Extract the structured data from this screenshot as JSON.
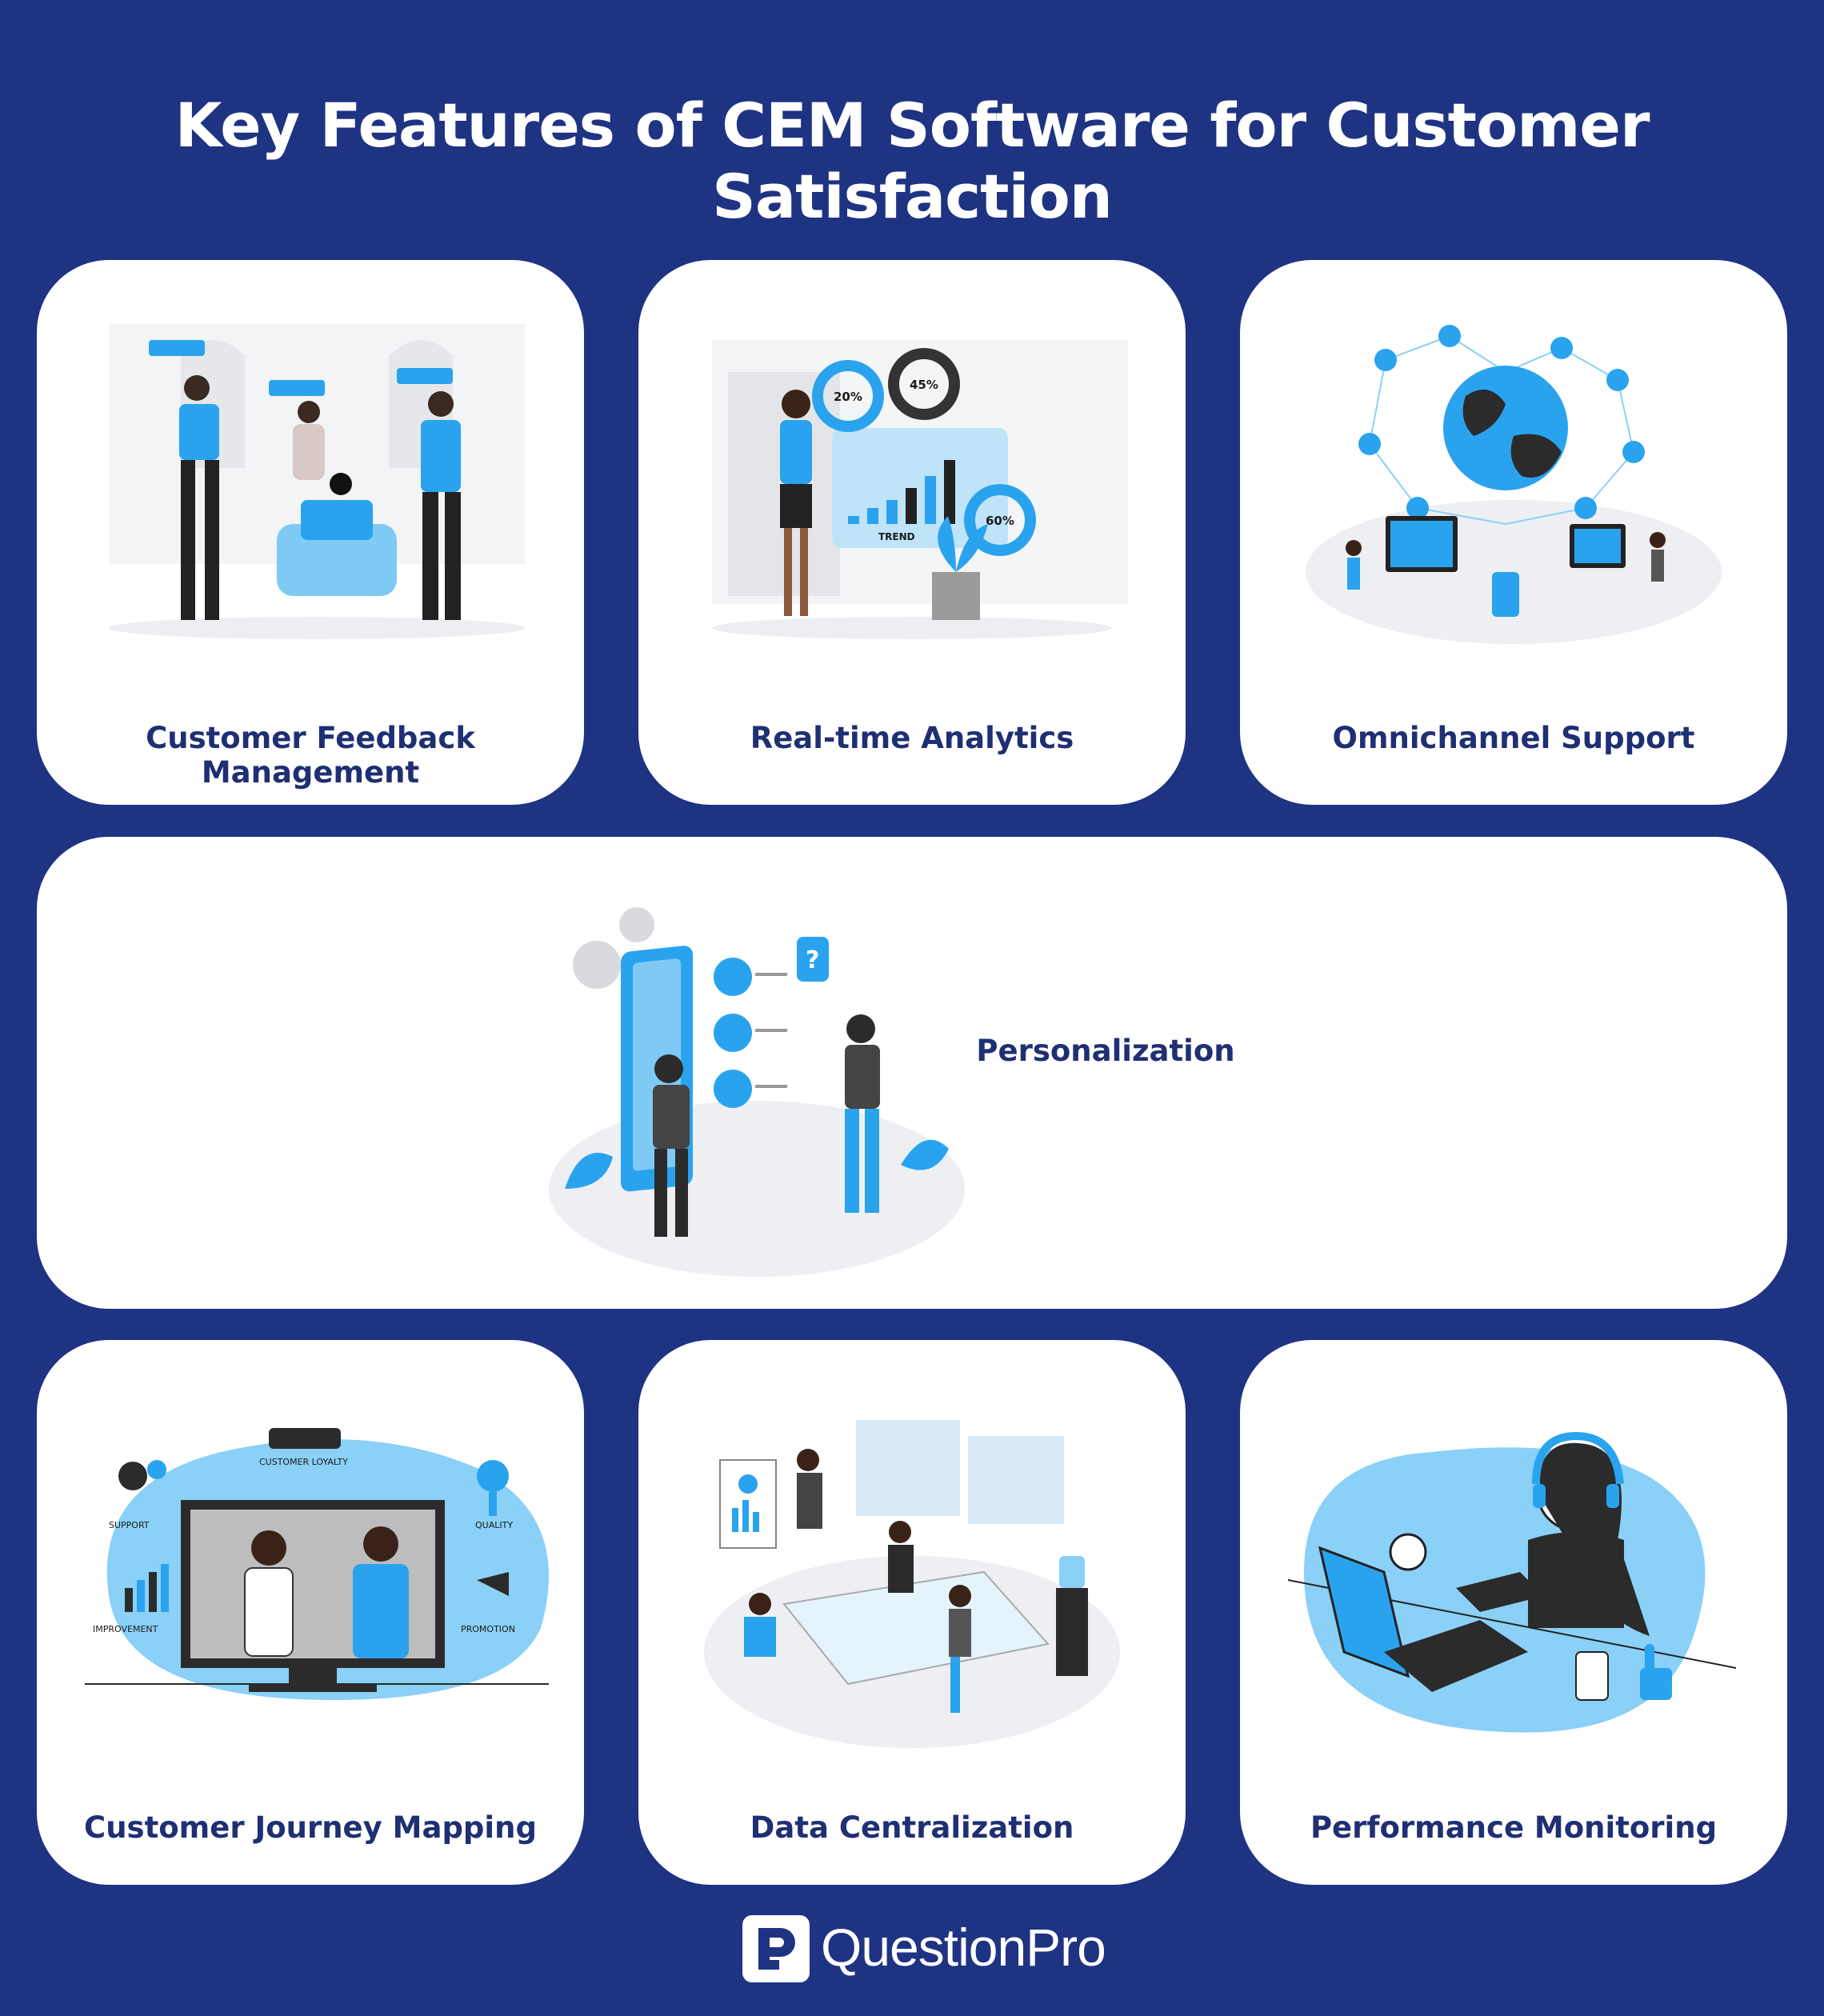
{
  "title": "Key Features of CEM Software for Customer Satisfaction",
  "colors": {
    "background": "#1f3383",
    "card": "#ffffff",
    "accent": "#2aa3ef",
    "label": "#1f2f73"
  },
  "cards": [
    {
      "label": "Customer Feedback Management",
      "icon": "people-rating-illustration"
    },
    {
      "label": "Real-time Analytics",
      "icon": "analytics-dashboard-illustration"
    },
    {
      "label": "Omnichannel Support",
      "icon": "globe-network-illustration"
    },
    {
      "label": "Personalization",
      "icon": "phone-customization-illustration"
    },
    {
      "label": "Customer Journey Mapping",
      "icon": "handshake-monitor-illustration"
    },
    {
      "label": "Data Centralization",
      "icon": "team-office-illustration"
    },
    {
      "label": "Performance Monitoring",
      "icon": "woman-laptop-illustration"
    }
  ],
  "illustration_text": {
    "analytics": {
      "p1": "20%",
      "p2": "45%",
      "p3": "60%",
      "trend": "TREND"
    },
    "journey": {
      "loyalty": "CUSTOMER LOYALTY",
      "support": "SUPPORT",
      "quality": "QUALITY",
      "improvement": "IMPROVEMENT",
      "promotion": "PROMOTION"
    }
  },
  "footer": {
    "brand": "QuestionPro",
    "logo_letter": "P"
  }
}
